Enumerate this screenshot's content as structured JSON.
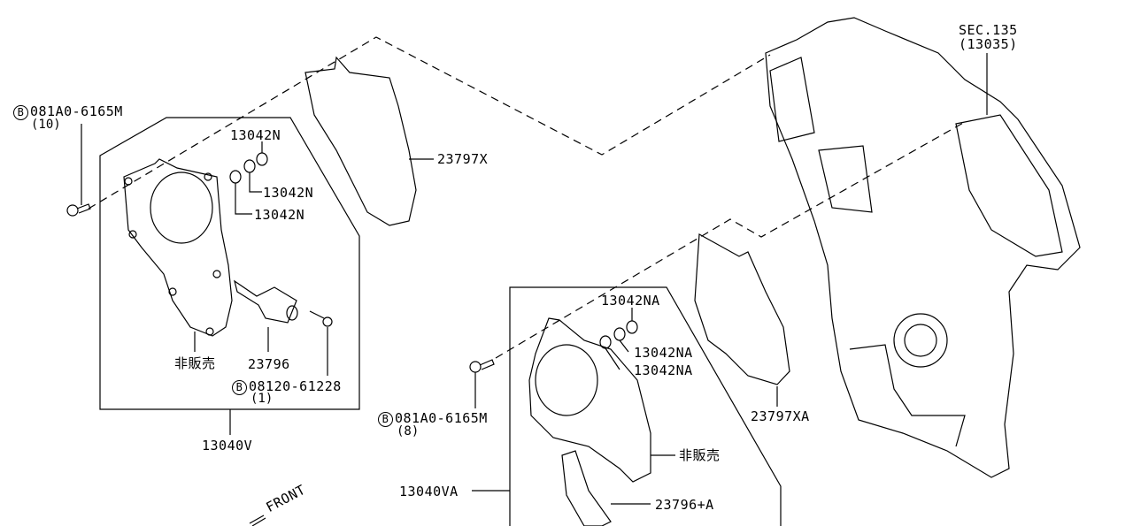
{
  "labels": {
    "sec": "SEC.135",
    "sec_sub": "(13035)",
    "bolt_top_prefix": "B",
    "bolt_top": "081A0-6165M",
    "bolt_top_qty": "(10)",
    "ring1": "13042N",
    "ring2": "13042N",
    "ring3": "13042N",
    "gasket_top": "23797X",
    "not_sold_left": "非販売",
    "sensor_left": "23796",
    "bolt_small_prefix": "B",
    "bolt_small": "08120-61228",
    "bolt_small_qty": "(1)",
    "assy_left": "13040V",
    "ringa1": "13042NA",
    "ringa2": "13042NA",
    "ringa3": "13042NA",
    "gasket_right": "23797XA",
    "bolt_bottom_prefix": "B",
    "bolt_bottom": "081A0-6165M",
    "bolt_bottom_qty": "(8)",
    "not_sold_right": "非販売",
    "assy_right": "13040VA",
    "sensor_right": "23796+A",
    "front": "FRONT"
  }
}
